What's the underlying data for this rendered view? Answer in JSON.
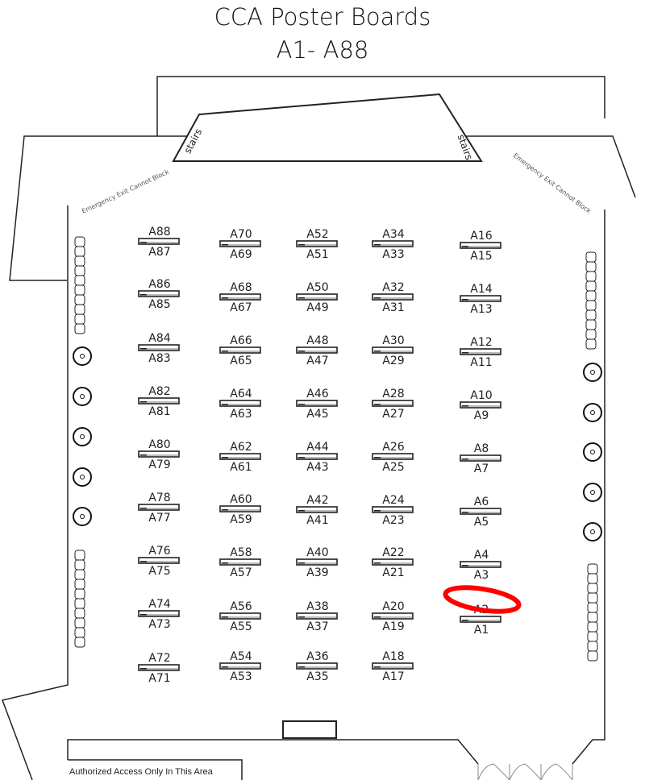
{
  "title": {
    "line1": "CCA Poster Boards",
    "line2": "A1- A88"
  },
  "labels": {
    "stairs_left": "stairs",
    "stairs_right": "stairs",
    "exit_left": "Emergency Exit Cannot Block",
    "exit_right": "Emergency Exit Cannot Block",
    "authorized": "Authorized Access Only In This Area"
  },
  "highlight": {
    "board": "A2",
    "color": "#ff0000"
  },
  "columns": [
    {
      "top": [
        "A88",
        "A86",
        "A84",
        "A82",
        "A80",
        "A78",
        "A76",
        "A74",
        "A72"
      ],
      "bottom": [
        "A87",
        "A85",
        "A83",
        "A81",
        "A79",
        "A77",
        "A75",
        "A73",
        "A71"
      ]
    },
    {
      "top": [
        "A70",
        "A68",
        "A66",
        "A64",
        "A62",
        "A60",
        "A58",
        "A56",
        "A54"
      ],
      "bottom": [
        "A69",
        "A67",
        "A65",
        "A63",
        "A61",
        "A59",
        "A57",
        "A55",
        "A53"
      ]
    },
    {
      "top": [
        "A52",
        "A50",
        "A48",
        "A46",
        "A44",
        "A42",
        "A40",
        "A38",
        "A36"
      ],
      "bottom": [
        "A51",
        "A49",
        "A47",
        "A45",
        "A43",
        "A41",
        "A39",
        "A37",
        "A35"
      ]
    },
    {
      "top": [
        "A34",
        "A32",
        "A30",
        "A28",
        "A26",
        "A24",
        "A22",
        "A20",
        "A18"
      ],
      "bottom": [
        "A33",
        "A31",
        "A29",
        "A27",
        "A25",
        "A23",
        "A21",
        "A19",
        "A17"
      ]
    },
    {
      "top": [
        "A16",
        "A14",
        "A12",
        "A10",
        "A8",
        "A6",
        "A4",
        "A2"
      ],
      "bottom": [
        "A15",
        "A13",
        "A11",
        "A9",
        "A7",
        "A5",
        "A3",
        "A1"
      ]
    }
  ]
}
